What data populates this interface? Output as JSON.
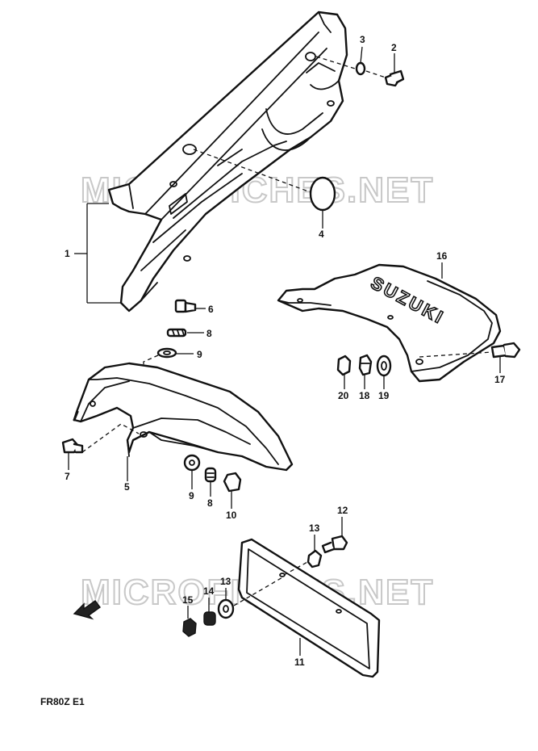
{
  "watermark": {
    "text": "MICROFICHES.NET"
  },
  "diagram_code": "FR80Z E1",
  "brand_mark": "SUZUKI",
  "callouts": [
    "1",
    "2",
    "3",
    "4",
    "5",
    "6",
    "7",
    "8",
    "8",
    "9",
    "9",
    "10",
    "11",
    "12",
    "13",
    "13",
    "14",
    "15",
    "16",
    "17",
    "18",
    "19",
    "20"
  ]
}
